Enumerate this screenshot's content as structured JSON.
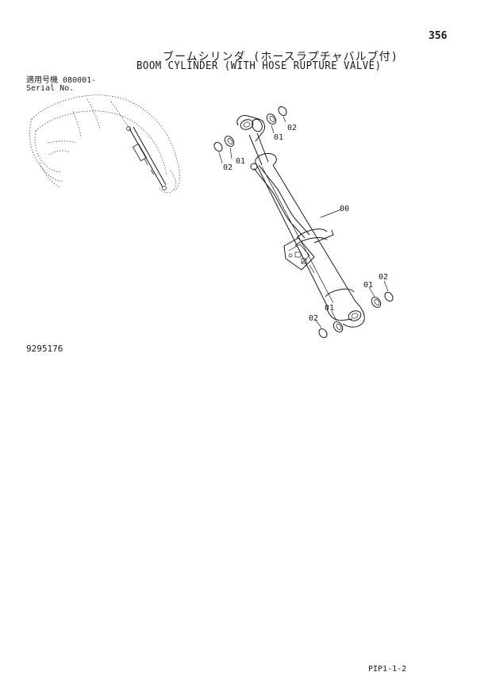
{
  "page": {
    "number": "356",
    "title_jp": "ブームシリンダ (ホースラプチャバルブ付)",
    "title_en": "BOOM CYLINDER (WITH HOSE RUPTURE VALVE)",
    "serial_label_jp": "適用号機",
    "serial_value": "080001-",
    "serial_label_en": "Serial No.",
    "drawing_number": "9295176",
    "page_ref": "PIP1-1-2"
  },
  "callouts": {
    "cylinder": "00",
    "top_bushing_left": "01",
    "top_seal_left": "02",
    "top_bushing_right": "01",
    "top_seal_right": "02",
    "bottom_bushing_right": "01",
    "bottom_seal_right": "02",
    "bottom_bushing_left": "01",
    "bottom_seal_left": "02"
  }
}
